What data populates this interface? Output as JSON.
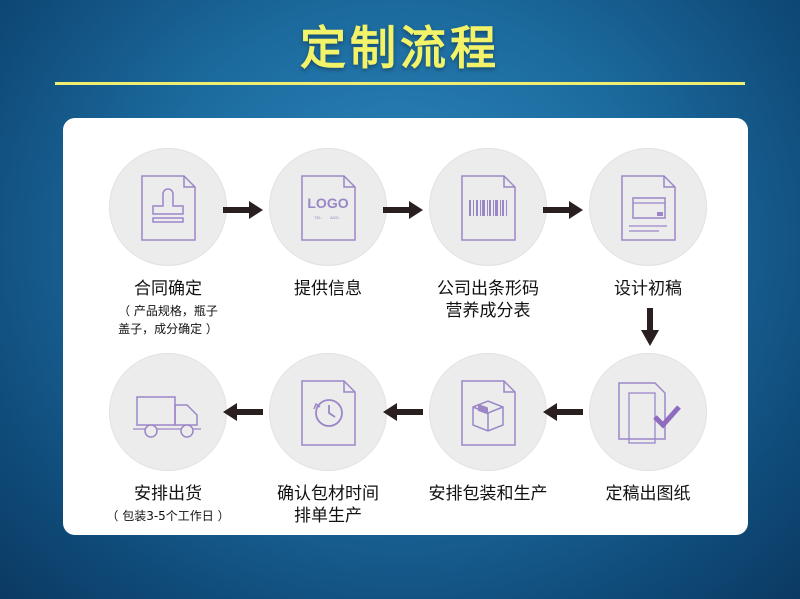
{
  "title": "定制流程",
  "steps": [
    {
      "label": "合同确定",
      "sub1": "（ 产品规格，瓶子",
      "sub2": "盖子，成分确定 ）",
      "icon": "stamp-document-icon"
    },
    {
      "label": "提供信息",
      "icon": "logo-document-icon",
      "logo_text": "LOGO",
      "logo_small1": "TEL:",
      "logo_small2": "ADD:"
    },
    {
      "label1": "公司出条形码",
      "label2": "营养成分表",
      "icon": "barcode-document-icon"
    },
    {
      "label": "设计初稿",
      "icon": "design-draft-icon"
    },
    {
      "label": "定稿出图纸",
      "icon": "approved-drawing-icon"
    },
    {
      "label": "安排包装和生产",
      "icon": "package-document-icon"
    },
    {
      "label1": "确认包材时间",
      "label2": "排单生产",
      "icon": "clock-document-icon"
    },
    {
      "label": "安排出货",
      "sub1": "（ 包装3-5个工作日 ）",
      "icon": "truck-icon"
    }
  ],
  "colors": {
    "accent": "#8e6bbf",
    "title": "#f3f36a",
    "arrow": "#2a1f1f"
  }
}
